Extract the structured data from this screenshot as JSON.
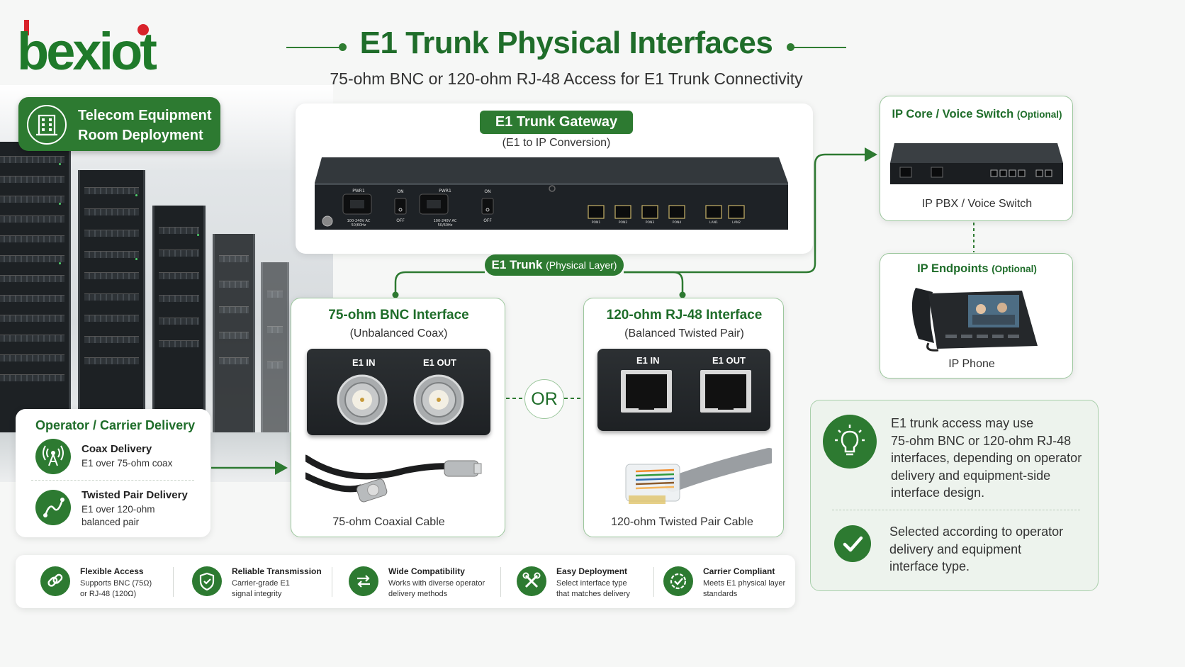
{
  "brand": {
    "logo_text": "bexiot",
    "green": "#2d7a31",
    "dark_green": "#1f6d2a",
    "red": "#d9232b"
  },
  "header": {
    "title": "E1 Trunk Physical Interfaces",
    "subtitle": "75-ohm BNC or 120-ohm RJ-48 Access for E1 Trunk Connectivity"
  },
  "badge": {
    "line1": "Telecom Equipment",
    "line2": "Room Deployment",
    "icon": "building-icon"
  },
  "gateway": {
    "label": "E1 Trunk Gateway",
    "sublabel": "(E1 to IP Conversion)",
    "panel_labels": {
      "pwr1": "PWR1",
      "on": "ON",
      "off": "OFF",
      "pwr2": "PWR1",
      "ac1": "100-240V AC",
      "ac1b": "50/60Hz",
      "ports": [
        "PON1",
        "PON2",
        "PON3",
        "PON4",
        "LAN1",
        "LAN2"
      ]
    }
  },
  "trunk": {
    "label": "E1 Trunk",
    "qualifier": "(Physical Layer)"
  },
  "bnc": {
    "title": "75-ohm BNC Interface",
    "subtitle": "(Unbalanced Coax)",
    "in_label": "E1 IN",
    "out_label": "E1 OUT",
    "cable_label": "75-ohm Coaxial Cable"
  },
  "or_label": "OR",
  "rj48": {
    "title": "120-ohm RJ-48 Interface",
    "subtitle": "(Balanced Twisted Pair)",
    "in_label": "E1 IN",
    "out_label": "E1 OUT",
    "cable_label": "120-ohm Twisted Pair Cable"
  },
  "operator": {
    "title": "Operator / Carrier Delivery",
    "items": [
      {
        "icon": "antenna-icon",
        "title": "Coax Delivery",
        "sub": "E1 over 75-ohm coax"
      },
      {
        "icon": "cable-icon",
        "title": "Twisted Pair Delivery",
        "sub1": "E1 over 120-ohm",
        "sub2": "balanced pair"
      }
    ]
  },
  "core": {
    "title": "IP Core / Voice Switch",
    "optional": "(Optional)",
    "label": "IP PBX / Voice Switch"
  },
  "endpoints": {
    "title": "IP Endpoints",
    "optional": "(Optional)",
    "label": "IP Phone"
  },
  "note": {
    "icon1": "lightbulb-icon",
    "lines1": [
      "E1 trunk access may use",
      "75-ohm BNC or 120-ohm RJ-48",
      "interfaces, depending on operator",
      "delivery and equipment-side",
      "interface design."
    ],
    "icon2": "check-icon",
    "lines2": [
      "Selected according to operator",
      "delivery and equipment",
      "interface type."
    ]
  },
  "features": [
    {
      "icon": "link-icon",
      "title": "Flexible Access",
      "sub1": "Supports BNC (75Ω)",
      "sub2": "or RJ-48 (120Ω)"
    },
    {
      "icon": "shield-icon",
      "title": "Reliable Transmission",
      "sub1": "Carrier-grade E1",
      "sub2": "signal integrity"
    },
    {
      "icon": "swap-icon",
      "title": "Wide Compatibility",
      "sub1": "Works with diverse operator",
      "sub2": "delivery methods"
    },
    {
      "icon": "tools-icon",
      "title": "Easy Deployment",
      "sub1": "Select interface type",
      "sub2": "that matches delivery"
    },
    {
      "icon": "badge-check-icon",
      "title": "Carrier Compliant",
      "sub1": "Meets E1 physical layer",
      "sub2": "standards"
    }
  ]
}
